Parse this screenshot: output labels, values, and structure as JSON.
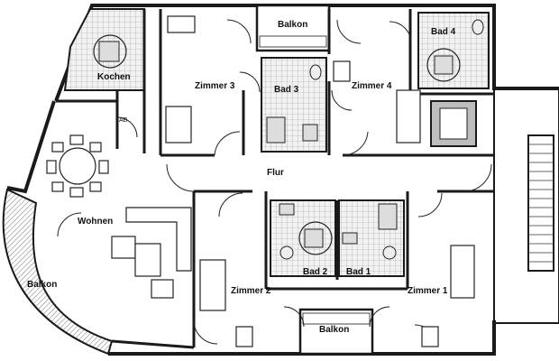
{
  "rooms": {
    "kochen": "Kochen",
    "wohnen": "Wohnen",
    "balkon_west": "Balkon",
    "balkon_north": "Balkon",
    "balkon_south": "Balkon",
    "zimmer_1": "Zimmer 1",
    "zimmer_2": "Zimmer 2",
    "zimmer_3": "Zimmer 3",
    "zimmer_4": "Zimmer 4",
    "bad_1": "Bad 1",
    "bad_2": "Bad 2",
    "bad_3": "Bad 3",
    "bad_4": "Bad 4",
    "flur": "Flur",
    "ab": "AB"
  },
  "colors": {
    "wall": "#1a1a1a",
    "wall_fill": "#8c8c8c",
    "tile": "#9a9a9a",
    "floor": "#ffffff",
    "furniture": "#222222"
  }
}
